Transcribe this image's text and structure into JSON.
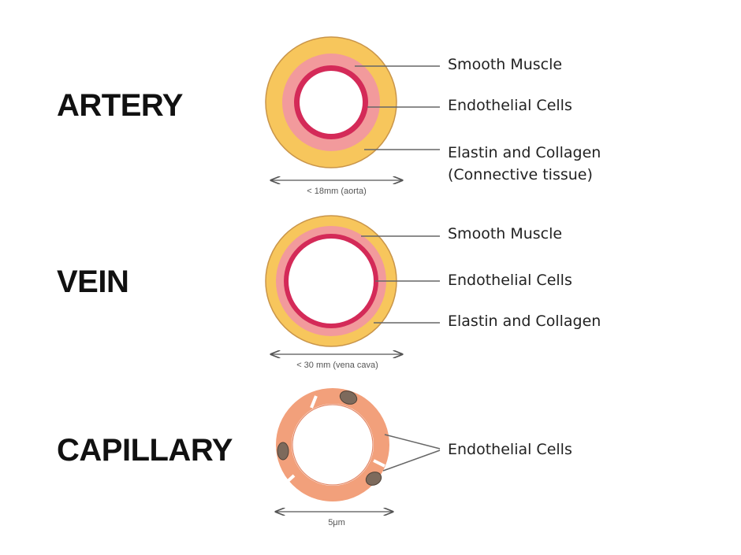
{
  "colors": {
    "connective": "#f7c65c",
    "connective_edge": "#c9954a",
    "muscle": "#f29a9c",
    "endothelium": "#d42a58",
    "lumen": "#ffffff",
    "capillary_wall": "#f2a07b",
    "nucleus": "#7d6a5c",
    "leader": "#666666"
  },
  "artery": {
    "title": "ARTERY",
    "labels": [
      "Smooth Muscle",
      "Endothelial Cells",
      "Elastin and Collagen",
      "(Connective tissue)"
    ],
    "dimension": "< 18mm (aorta)"
  },
  "vein": {
    "title": "VEIN",
    "labels": [
      "Smooth Muscle",
      "Endothelial Cells",
      "Elastin and Collagen"
    ],
    "dimension": "< 30 mm (vena cava)"
  },
  "capillary": {
    "title": "CAPILLARY",
    "labels": [
      "Endothelial Cells"
    ],
    "dimension": "5μm"
  }
}
